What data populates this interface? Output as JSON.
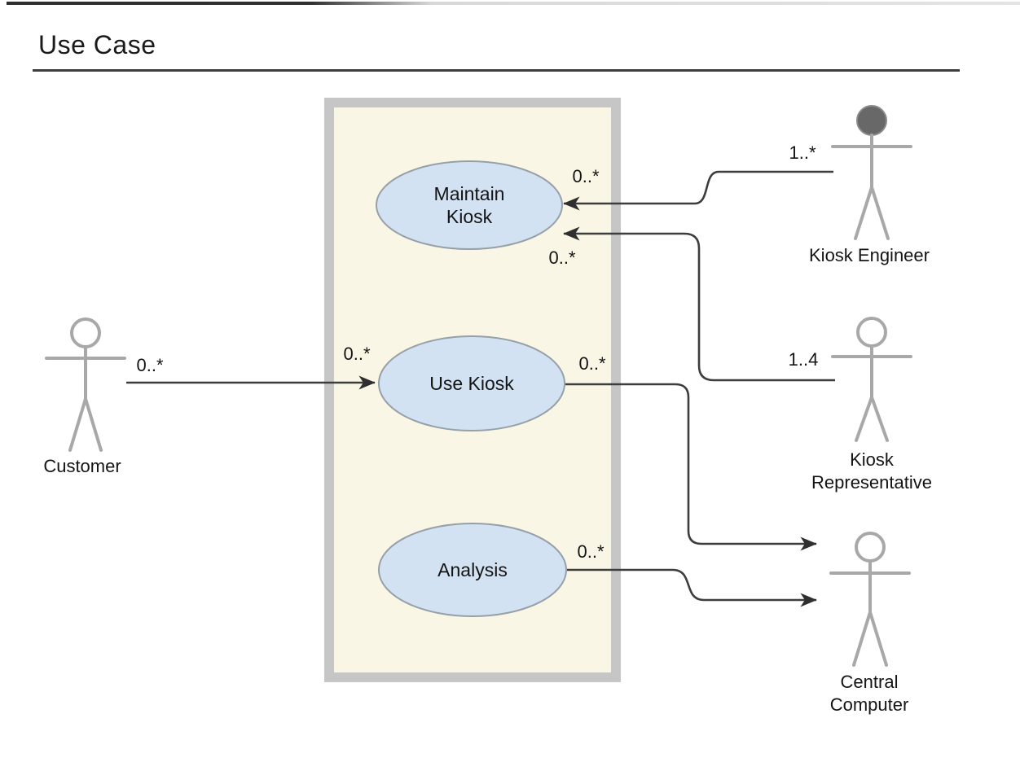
{
  "title": "Use Case",
  "use_cases": {
    "maintain_kiosk": {
      "label": "Maintain\nKiosk"
    },
    "use_kiosk": {
      "label": "Use Kiosk"
    },
    "analysis": {
      "label": "Analysis"
    }
  },
  "actors": {
    "customer": {
      "label": "Customer"
    },
    "kiosk_engineer": {
      "label": "Kiosk Engineer"
    },
    "kiosk_representative": {
      "label": "Kiosk\nRepresentative"
    },
    "central_computer": {
      "label": "Central\nComputer"
    }
  },
  "multiplicities": {
    "customer_end": "0..*",
    "use_kiosk_left": "0..*",
    "maintain_kiosk_top": "0..*",
    "maintain_kiosk_bottom": "0..*",
    "kiosk_engineer_end": "1..*",
    "use_kiosk_right": "0..*",
    "kiosk_representative_end": "1..4",
    "analysis_end": "0..*"
  },
  "colors": {
    "use_case_fill": "#d3e2f2",
    "use_case_border": "#96a0a8",
    "boundary_fill": "#faf6e6",
    "boundary_border": "#c6c6c6",
    "actor_stroke": "#a8a8a8",
    "engineer_head_fill": "#686868",
    "association_line": "#3d3d3d",
    "text": "#141414"
  }
}
